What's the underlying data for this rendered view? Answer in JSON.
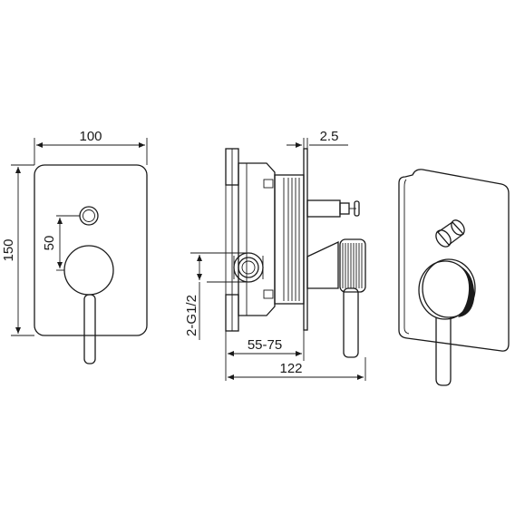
{
  "dimensions": {
    "plate_width": "100",
    "plate_height": "150",
    "handle_offset": "50",
    "plate_offset": "2.5",
    "connection": "2-G1/2",
    "install_depth": "55-75",
    "overall_depth": "122"
  },
  "colors": {
    "line": "#1a1a1a",
    "background": "#ffffff"
  }
}
